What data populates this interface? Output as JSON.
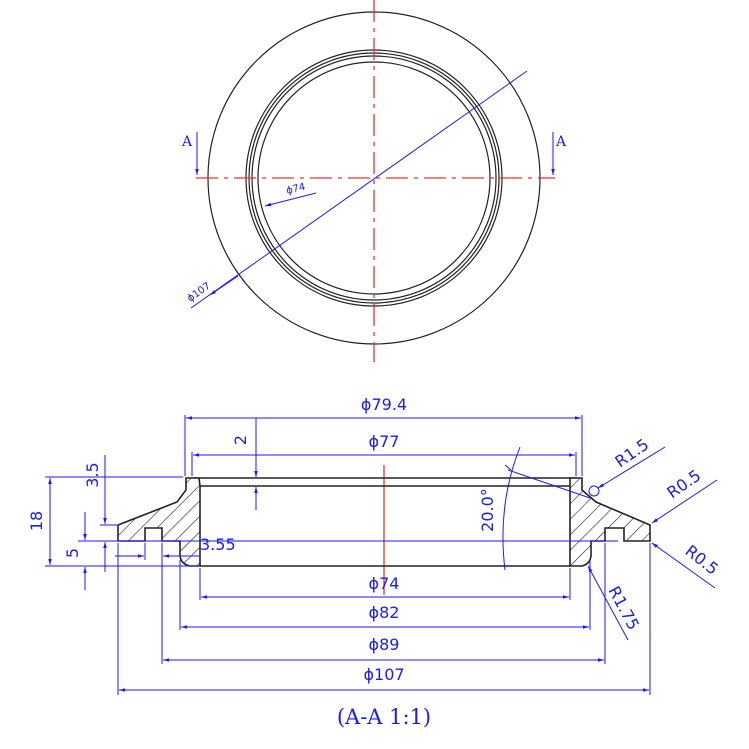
{
  "top_view": {
    "section_marker_left": "A",
    "section_marker_right": "A",
    "dim_inner": "ϕ74",
    "dim_outer": "ϕ107"
  },
  "section_view": {
    "dims_horizontal": {
      "d79_4": "ϕ79.4",
      "d77": "ϕ77",
      "d74": "ϕ74",
      "d82": "ϕ82",
      "d89": "ϕ89",
      "d107": "ϕ107"
    },
    "dims_vertical": {
      "h2": "2",
      "h3_5": "3.5",
      "h18": "18",
      "h5": "5"
    },
    "dim_groove": "3.55",
    "angle": "20.0°",
    "radii": {
      "r1_5": "R1.5",
      "r0_5_top": "R0.5",
      "r0_5_bottom": "R0.5",
      "r1_75": "R1.75"
    },
    "caption": "(A-A 1:1)"
  },
  "colors": {
    "dimension": "#1a1aff",
    "centerline": "#ee3333",
    "outline": "#222222"
  }
}
